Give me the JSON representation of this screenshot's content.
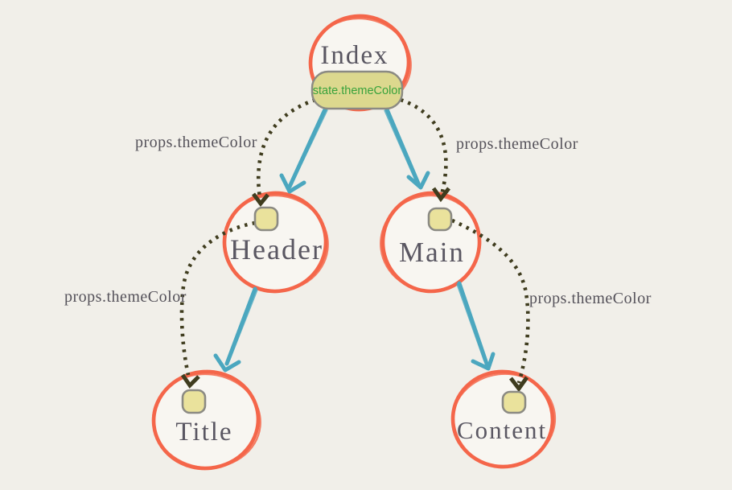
{
  "diagram": {
    "nodes": [
      {
        "id": "index",
        "label": "Index",
        "state_badge": "state.themeColor"
      },
      {
        "id": "header",
        "label": "Header",
        "has_prop_marker": true
      },
      {
        "id": "main",
        "label": "Main",
        "has_prop_marker": true
      },
      {
        "id": "title",
        "label": "Title",
        "has_prop_marker": true
      },
      {
        "id": "content",
        "label": "Content",
        "has_prop_marker": true
      }
    ],
    "tree_edges": [
      {
        "from": "Index",
        "to": "Header"
      },
      {
        "from": "Index",
        "to": "Main"
      },
      {
        "from": "Header",
        "to": "Title"
      },
      {
        "from": "Main",
        "to": "Content"
      }
    ],
    "prop_edges": [
      {
        "from": "Index",
        "to": "Header",
        "label": "props.themeColor"
      },
      {
        "from": "Index",
        "to": "Main",
        "label": "props.themeColor"
      },
      {
        "from": "Header",
        "to": "Title",
        "label": "props.themeColor"
      },
      {
        "from": "Main",
        "to": "Content",
        "label": "props.themeColor"
      }
    ],
    "colors": {
      "background": "#f1efe9",
      "node_stroke": "#f4664a",
      "node_fill": "#f8f6f1",
      "node_label": "#5a5762",
      "tree_arrow": "#4ba7bf",
      "prop_arrow_dotted": "#3f3c1e",
      "state_badge_fill": "#dcd88e",
      "prop_marker_fill": "#eae29c",
      "badge_border": "#8b8a83",
      "state_badge_text": "#38a23c",
      "prop_label_text": "#55525a"
    }
  }
}
